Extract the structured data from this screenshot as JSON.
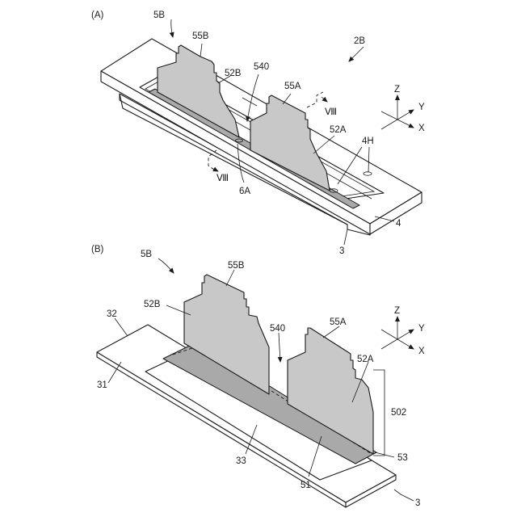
{
  "panels": {
    "a": {
      "panel_label": "(A)",
      "labels": {
        "l5b": "5B",
        "l55b": "55B",
        "l2b": "2B",
        "l540": "540",
        "l52b": "52B",
        "l55a": "55A",
        "l8top": "Ⅷ",
        "l52a": "52A",
        "l4h": "4H",
        "l8bot": "Ⅷ",
        "l6a": "6A",
        "l4": "4",
        "l3": "3"
      },
      "axes": {
        "z": "Z",
        "y": "Y",
        "x": "X"
      }
    },
    "b": {
      "panel_label": "(B)",
      "labels": {
        "l5b": "5B",
        "l55b": "55B",
        "l52b": "52B",
        "l540": "540",
        "l55a": "55A",
        "l32": "32",
        "l31": "31",
        "l52a": "52A",
        "l502": "502",
        "l33": "33",
        "l51": "51",
        "l53": "53",
        "l3": "3"
      },
      "axes": {
        "z": "Z",
        "y": "Y",
        "x": "X"
      }
    }
  }
}
